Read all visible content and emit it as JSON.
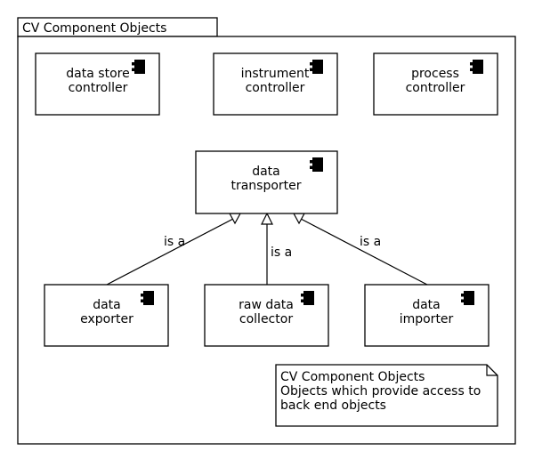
{
  "package": {
    "title": "CV Component Objects"
  },
  "components": {
    "data_store_controller": [
      "data store",
      "controller"
    ],
    "instrument_controller": [
      "instrument",
      "controller"
    ],
    "process_controller": [
      "process",
      "controller"
    ],
    "data_transporter": [
      "data",
      "transporter"
    ],
    "data_exporter": [
      "data",
      "exporter"
    ],
    "raw_data_collector": [
      "raw data",
      "collector"
    ],
    "data_importer": [
      "data",
      "importer"
    ]
  },
  "relations": {
    "exporter_label": "is a",
    "collector_label": "is a",
    "importer_label": "is a"
  },
  "note": {
    "lines": [
      "CV Component Objects",
      "Objects which provide access to",
      "back end objects"
    ]
  }
}
